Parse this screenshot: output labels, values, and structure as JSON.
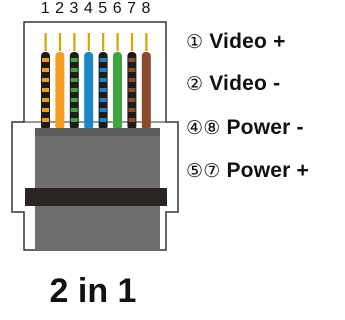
{
  "pin_numbers": [
    "1",
    "2",
    "3",
    "4",
    "5",
    "6",
    "7",
    "8"
  ],
  "wires": [
    {
      "pin": "1",
      "base": "#f39c1e",
      "stripe": "#f39c1e",
      "pattern": "striped-white"
    },
    {
      "pin": "2",
      "base": "#f39c1e",
      "stripe": null,
      "pattern": "solid"
    },
    {
      "pin": "3",
      "base": "#3ea43f",
      "stripe": "#3ea43f",
      "pattern": "striped-white"
    },
    {
      "pin": "4",
      "base": "#1e86c8",
      "stripe": null,
      "pattern": "solid"
    },
    {
      "pin": "5",
      "base": "#1e86c8",
      "stripe": "#1e86c8",
      "pattern": "striped-white"
    },
    {
      "pin": "6",
      "base": "#3ea43f",
      "stripe": null,
      "pattern": "solid"
    },
    {
      "pin": "7",
      "base": "#8b4a2b",
      "stripe": "#8b4a2b",
      "pattern": "striped-white"
    },
    {
      "pin": "8",
      "base": "#8b4a2b",
      "stripe": null,
      "pattern": "solid"
    }
  ],
  "legend": [
    {
      "mark": "①",
      "text": "Video +"
    },
    {
      "mark": "②",
      "text": "Video -"
    },
    {
      "mark": "④⑧",
      "text": "Power -"
    },
    {
      "mark": "⑤⑦",
      "text": "Power +"
    }
  ],
  "caption": "2 in 1",
  "colors": {
    "contact_gold": "#d9a400",
    "plug_outline": "#333333",
    "plug_body": "#6e6e6e",
    "clip_band": "#2a2522",
    "wire_dark": "#1c1c1c"
  }
}
